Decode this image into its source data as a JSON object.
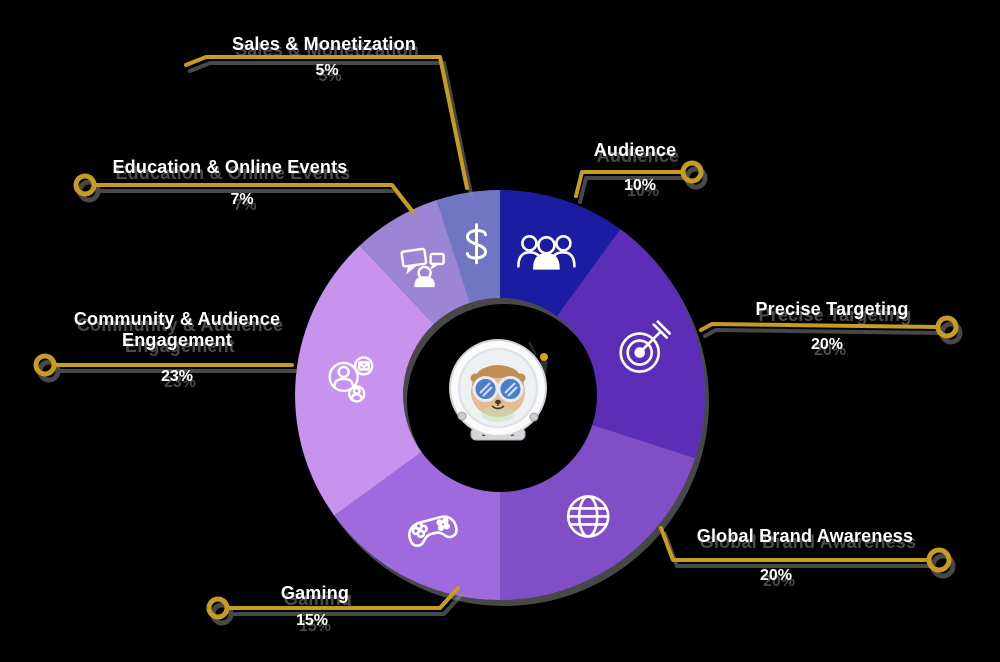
{
  "background_color": "#000000",
  "text_color": "#ffffff",
  "connector": {
    "color": "#c89b20",
    "marker_shape": "hollow-circle"
  },
  "center_mascot": {
    "name": "astronaut-sloth-mascot",
    "description": "sloth in white space helmet with round blue glasses and gold-tipped antenna"
  },
  "chart_data": {
    "type": "pie",
    "subtype": "donut",
    "direction": "clockwise",
    "start_angle_deg": 0,
    "outer_radius_px": 205,
    "inner_radius_px": 97,
    "segments": [
      {
        "id": "audience",
        "label": "Audience",
        "value_pct": 10,
        "pct_label": "10%",
        "color": "#1b1ca3",
        "icon": "people-icon"
      },
      {
        "id": "targeting",
        "label": "Precise Targeting",
        "value_pct": 20,
        "pct_label": "20%",
        "color": "#5b2eb8",
        "icon": "target-icon"
      },
      {
        "id": "global-reach",
        "label": "Global Brand Awareness",
        "value_pct": 20,
        "pct_label": "20%",
        "color": "#8050c8",
        "icon": "globe-icon"
      },
      {
        "id": "gaming",
        "label": "Gaming",
        "value_pct": 15,
        "pct_label": "15%",
        "color": "#9e6ade",
        "icon": "gamepad-icon"
      },
      {
        "id": "community",
        "label": "Community & Audience",
        "label_line2": "Engagement",
        "value_pct": 23,
        "pct_label": "23%",
        "color": "#c893ee",
        "icon": "social-network-icon"
      },
      {
        "id": "education",
        "label": "Education & Online Events",
        "value_pct": 7,
        "pct_label": "7%",
        "color": "#9d85d6",
        "icon": "presentation-icon"
      },
      {
        "id": "sales",
        "label": "Sales & Monetization",
        "value_pct": 5,
        "pct_label": "5%",
        "color": "#7176c3",
        "icon": "dollar-icon"
      }
    ]
  }
}
